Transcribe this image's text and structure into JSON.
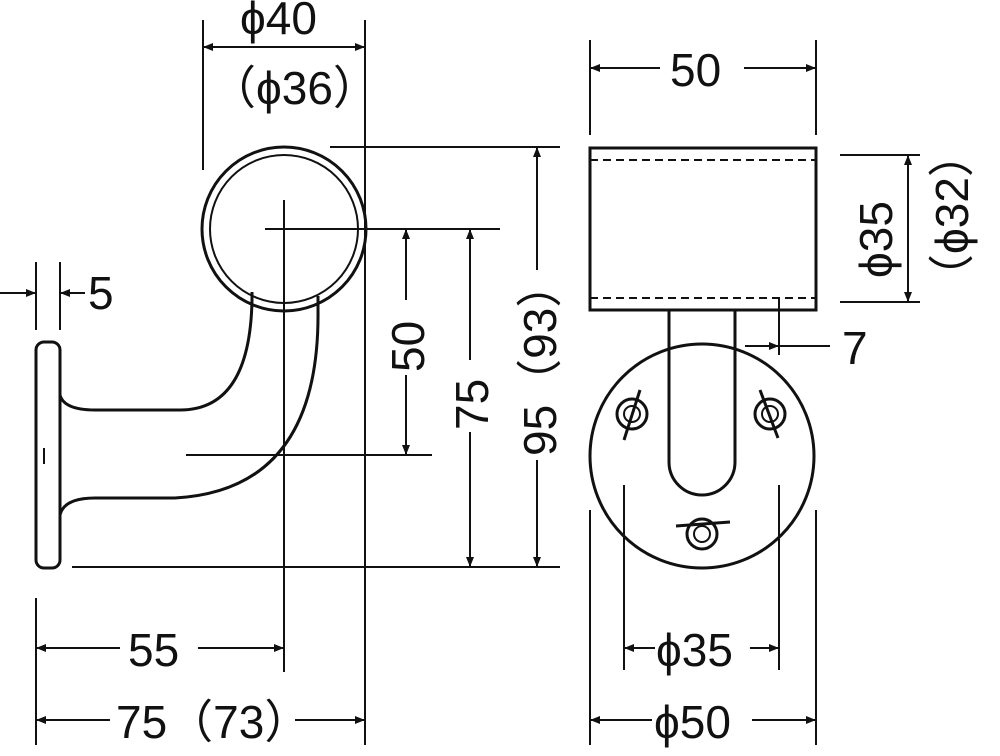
{
  "dimensions": {
    "top_dia": "ϕ40",
    "top_dia_alt": "（ϕ36）",
    "flange_thk": "5",
    "h_50": "50",
    "h_75": "75",
    "h_95": "95（93）",
    "w_55": "55",
    "w_75": "75（73）",
    "right_width": "50",
    "right_dia": "ϕ35",
    "right_dia_alt": "（ϕ32）",
    "stem_7": "7",
    "base_hole_dia": "ϕ35",
    "base_dia": "ϕ50"
  }
}
